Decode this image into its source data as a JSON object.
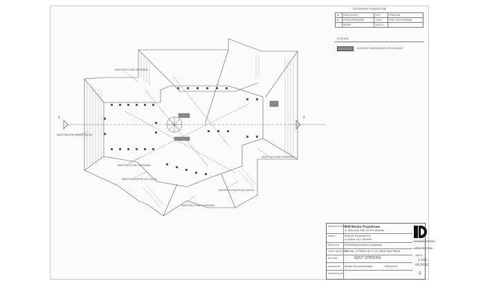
{
  "area_table": {
    "title": "ZESTAWIENIE POWIERZCHNI",
    "rows": [
      [
        "1a",
        "POKÓJ GOŚCI",
        "11,0",
        "PODŁOGA"
      ],
      [
        "1b",
        "STRYCH/PRZEWÓD",
        "31,80",
        "POW. UŻYTKOWANIA"
      ],
      [
        "",
        "RAZEM",
        "100,40",
        ""
      ]
    ]
  },
  "legend": {
    "title": "LEGENDA",
    "item": "ELEMENTY WYBURZANE STROPU/DACH"
  },
  "plan": {
    "notes": [
      "WARSTWA ŚCIANY WYMIENNA",
      "WARSTWA KONSTRUKCJI DACHU",
      "WARSTWA ŚCIANY WYMIENNA",
      "WARSTWA KONSTRUKCJI DACHU",
      "WARSTWA ŚCIANY WYMIENNA",
      "WARSTWA KONSTRUKCJI DACHU",
      "WARSTWA ŚCIANY WYMIENNA"
    ],
    "marker_left": "A",
    "marker_right": "A"
  },
  "title_block": {
    "rows": [
      {
        "label": "JEDNOSTKA PROJEKTOWA",
        "value": "N-D Studio Projektowe"
      },
      {
        "label": "ADRES",
        "value": "ul. Wieczysta 46/8, 50-525 Wrocław"
      },
      {
        "label": "OBIEKT",
        "value": "Budynek jednorodzinny"
      },
      {
        "label": "",
        "value": "ul. Dębna 14/1, Wrocław"
      },
      {
        "label": "INWESTOR",
        "value": "Przebudowa budynku usługowego"
      },
      {
        "label": "ADRES INWESTYCJI",
        "value": "Wrocław, ul. Dębna, dz. nr 1/2, obręb Stare Miasto"
      },
      {
        "label": "RYSUNEK",
        "value": "RZUT STRYCHU"
      },
      {
        "label": "PROJEKTANT",
        "value": "Natalia Sternalska-Dąbek"
      },
      {
        "label": "SPRAWDZAJĄCY",
        "value": ""
      }
    ],
    "scale_label": "SKALA",
    "scale": "1:100",
    "date": "06.2020",
    "sheet_no": "5",
    "studio_name": "NOMADE STUDIO",
    "studio_sub": "ARCHITEKTURA",
    "signature_date": "02/04/2019"
  }
}
